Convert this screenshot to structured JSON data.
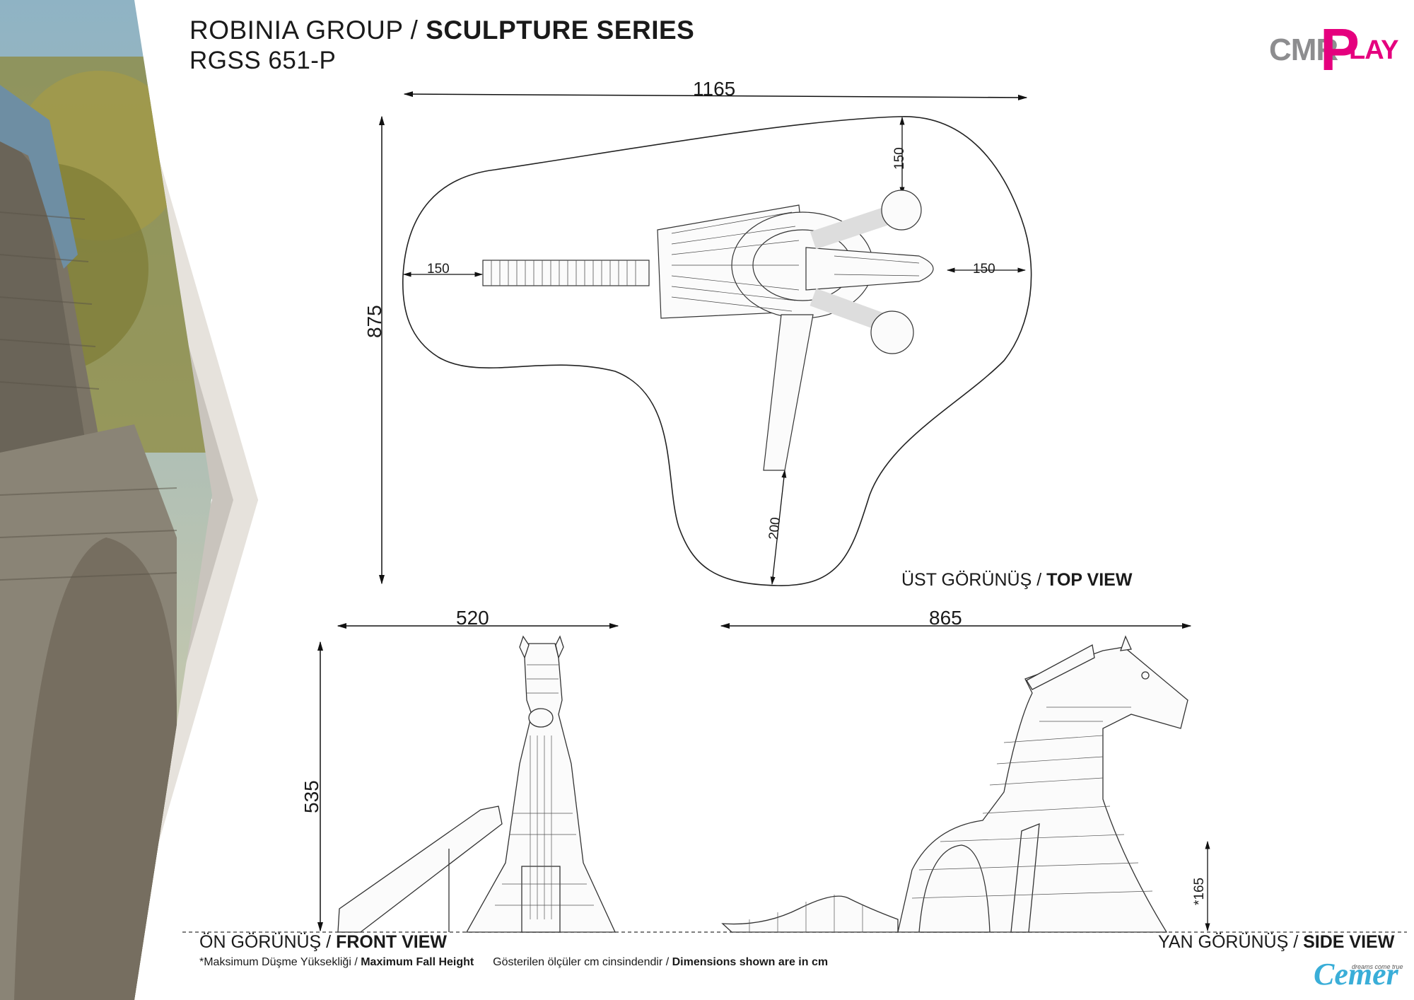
{
  "header": {
    "group": "ROBINIA GROUP / ",
    "series": "SCULPTURE SERIES",
    "model": "RGSS 651-P"
  },
  "brand": {
    "cmr": "CMR",
    "play_p": "P",
    "play_rest": "LAY",
    "cemer": "Cemer",
    "cemer_tagline": "dreams come true",
    "magenta": "#e5007e",
    "grey": "#8d8d8f",
    "cemer_blue": "#3aaed8"
  },
  "top_view": {
    "width": "1165",
    "depth": "875",
    "clear_left": "150",
    "clear_right": "150",
    "clear_top": "150",
    "clear_slide": "200",
    "label_tr": "ÜST GÖRÜNÜŞ / ",
    "label_en": "TOP VIEW"
  },
  "front_view": {
    "width": "520",
    "height": "535",
    "label_tr": "ÖN GÖRÜNÜŞ / ",
    "label_en": "FRONT VIEW"
  },
  "side_view": {
    "width": "865",
    "fall_height": "*165",
    "label_tr": "YAN GÖRÜNÜŞ / ",
    "label_en": "SIDE VIEW"
  },
  "footnotes": {
    "fall_tr": "*Maksimum Düşme Yüksekliği / ",
    "fall_en": "Maximum Fall Height",
    "units_tr": "Gösterilen ölçüler cm cinsindendir / ",
    "units_en": "Dimensions shown are in cm"
  }
}
